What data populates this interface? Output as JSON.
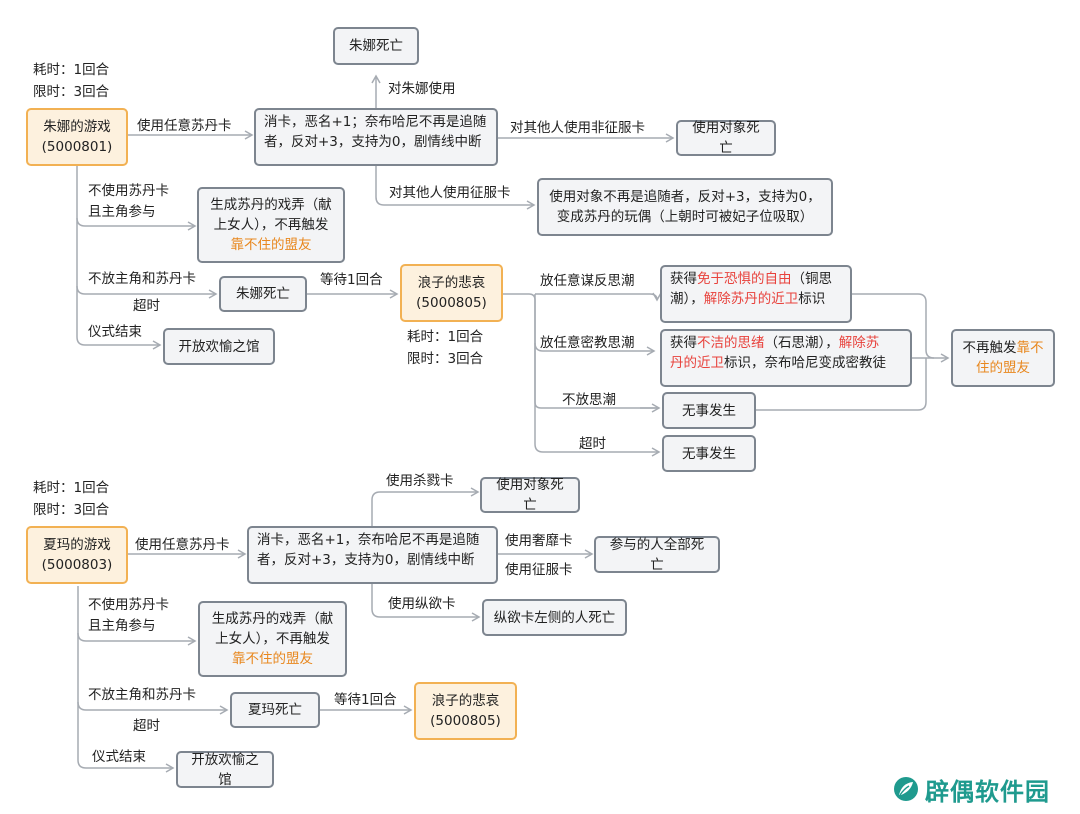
{
  "top": {
    "meta": {
      "cost": "耗时：1回合",
      "limit": "限时：3回合"
    },
    "root": {
      "line1": "朱娜的游戏",
      "line2": "(5000801)"
    },
    "edge_any": "使用任意苏丹卡",
    "consume": {
      "line1": "消卡，恶名+1；奈布哈尼不再是追随",
      "line2": "者，反对+3，支持为0，剧情线中断"
    },
    "edge_on_juna": "对朱娜使用",
    "juna_dies": "朱娜死亡",
    "edge_other_nonconquer": "对其他人使用非征服卡",
    "target_dies": "使用对象死亡",
    "edge_other_conquer": "对其他人使用征服卡",
    "conquer_result": {
      "line1": "使用对象不再是追随者，反对+3，支持为0，",
      "line2": "变成苏丹的玩偶（上朝时可被妃子位吸取）"
    },
    "edge_no_card": {
      "line1": "不使用苏丹卡",
      "line2": "且主角参与"
    },
    "toy": {
      "line1": "生成苏丹的戏弄（献",
      "line2": "上女人），不再触发",
      "line3": "靠不住的盟友"
    },
    "edge_no_put": "不放主角和苏丹卡",
    "edge_timeout": "超时",
    "juna_dies2": "朱娜死亡",
    "edge_wait": "等待1回合",
    "prodigal": {
      "line1": "浪子的悲哀",
      "line2": "(5000805)"
    },
    "prodigal_meta": {
      "cost": "耗时：1回合",
      "limit": "限时：3回合"
    },
    "edge_ritual_end": "仪式结束",
    "open_hall": "开放欢愉之馆",
    "edge_rebel": "放任意谋反思潮",
    "rebel_result": {
      "pre": "获得",
      "hl1": "免于恐惧的自由",
      "mid": "（铜思",
      "pre2": "潮），",
      "hl2": "解除苏丹的近卫",
      "post": "标识"
    },
    "edge_secret": "放任意密教思潮",
    "secret_result": {
      "pre": "获得",
      "hl1": "不洁的思绪",
      "mid": "（石思潮），",
      "hl2a": "解除苏",
      "hl2b": "丹的近卫",
      "post": "标识，奈布哈尼变成密教徒"
    },
    "no_trigger": {
      "pre": "不再触发",
      "hl1": "靠不",
      "hl2": "住的盟友"
    },
    "edge_no_thought": "不放思潮",
    "nothing1": "无事发生",
    "edge_timeout2": "超时",
    "nothing2": "无事发生"
  },
  "bottom": {
    "meta": {
      "cost": "耗时：1回合",
      "limit": "限时：3回合"
    },
    "root": {
      "line1": "夏玛的游戏",
      "line2": "(5000803)"
    },
    "edge_any": "使用任意苏丹卡",
    "consume": {
      "line1": "消卡，恶名+1，奈布哈尼不再是追随",
      "line2": "者，反对+3，支持为0，剧情线中断"
    },
    "edge_kill": "使用杀戮卡",
    "target_dies": "使用对象死亡",
    "edge_luxury": "使用奢靡卡",
    "edge_conquer": "使用征服卡",
    "all_die": "参与的人全部死亡",
    "edge_indulge": "使用纵欲卡",
    "left_dies": "纵欲卡左侧的人死亡",
    "edge_no_card": {
      "line1": "不使用苏丹卡",
      "line2": "且主角参与"
    },
    "toy": {
      "line1": "生成苏丹的戏弄（献",
      "line2": "上女人），不再触发",
      "line3": "靠不住的盟友"
    },
    "edge_no_put": "不放主角和苏丹卡",
    "edge_timeout": "超时",
    "xiama_dies": "夏玛死亡",
    "edge_wait": "等待1回合",
    "prodigal": {
      "line1": "浪子的悲哀",
      "line2": "(5000805)"
    },
    "edge_ritual_end": "仪式结束",
    "open_hall": "开放欢愉之馆"
  },
  "watermark": "辟偶软件园",
  "colors": {
    "edge": "#a6abb2",
    "box_border": "#7d858f",
    "box_fill": "#f3f4f6",
    "accent_border": "#f2b153",
    "accent_fill": "#fdf1de",
    "orange_text": "#e8871e",
    "red_text": "#e8423c",
    "watermark": "#1f9a8e"
  }
}
